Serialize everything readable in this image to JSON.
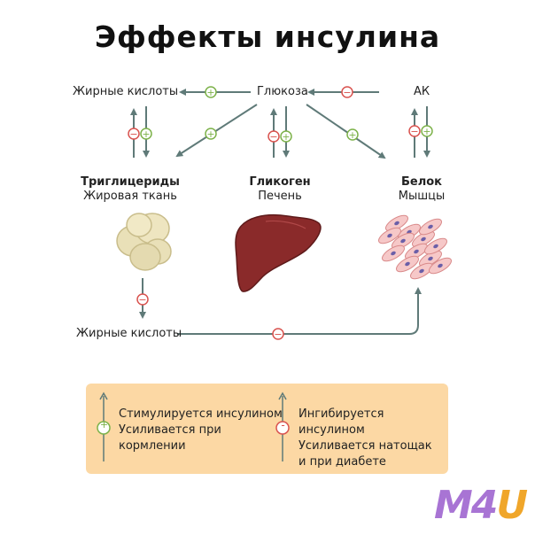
{
  "title": "Эффекты инсулина",
  "nodes": {
    "fatty_acids_top": "Жирные кислоты",
    "glucose": "Глюкоза",
    "aa": "АК",
    "triglycerides": "Триглицериды",
    "adipose_tissue": "Жировая ткань",
    "glycogen": "Гликоген",
    "liver": "Печень",
    "protein": "Белок",
    "muscles": "Мышцы",
    "fatty_acids_bottom": "Жирные кислоты"
  },
  "signs": {
    "plus": "+",
    "minus": "−"
  },
  "legend": {
    "stimulated_sign": "+",
    "stimulated_line1": "Стимулируется инсулином",
    "stimulated_line2": "Усиливается при",
    "stimulated_line3": "кормлении",
    "inhibited_sign": "-",
    "inhibited_line1": "Ингибируется инсулином",
    "inhibited_line2": "Усиливается натощак",
    "inhibited_line3": "и при диабете"
  },
  "logo": {
    "m4": "M4",
    "u": "U"
  },
  "colors": {
    "arrow": "#5f7a78",
    "plus": "#7db24a",
    "minus": "#d9534f",
    "legend_bg": "#fcd8a4",
    "fat": "#e9e0b8",
    "liver": "#8a2a2a",
    "muscle": "#f3c0c0",
    "logo_m4": "#a874d4",
    "logo_u": "#f0a62a"
  }
}
